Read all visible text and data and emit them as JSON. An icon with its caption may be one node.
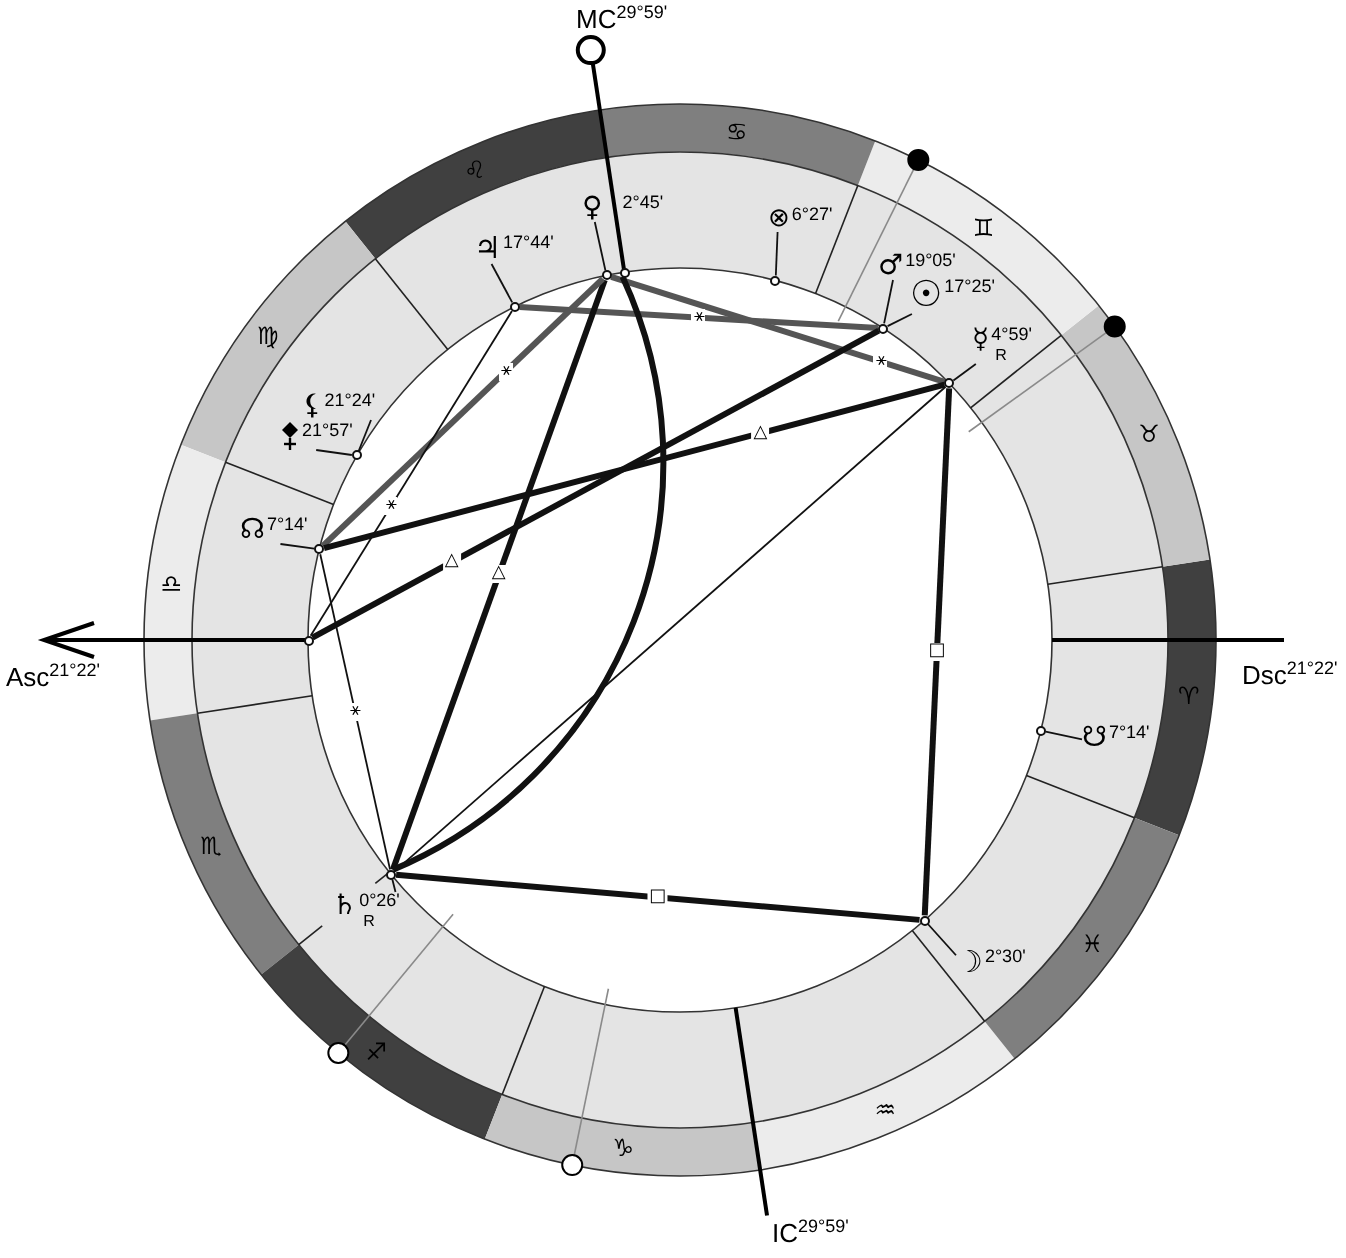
{
  "diagram": {
    "nodes": [
      {
        "text": [
          "♀",
          "2°45'"
        ]
      },
      {
        "text": [
          "⊗",
          "6°27'"
        ]
      },
      {
        "text": [
          "♃",
          "17°44'"
        ]
      },
      {
        "text": [
          "♂",
          "19°05'"
        ]
      },
      {
        "text": [
          "☉",
          "17°25'"
        ]
      },
      {
        "text": [
          "☿",
          "4°59'",
          "R"
        ]
      },
      {
        "text": [
          "⚸",
          "21°24'"
        ]
      },
      {
        "text": [
          "21°57'"
        ]
      },
      {
        "text": [
          "☊",
          "7°14'"
        ]
      },
      {
        "text": [
          "☋",
          "7°14'"
        ]
      },
      {
        "text": [
          "♄",
          "0°26'",
          "R"
        ]
      },
      {
        "text": [
          "☽",
          "2°30'"
        ]
      },
      {
        "text": [],
        "shape": "circle"
      },
      {
        "text": [],
        "shape": "circle"
      },
      {
        "text": [],
        "shape": "circle"
      },
      {
        "text": [],
        "shape": "circle"
      },
      {
        "text": [],
        "shape": "circle"
      },
      {
        "text": [],
        "shape": "circle"
      },
      {
        "text": [],
        "shape": "circle"
      },
      {
        "text": [],
        "shape": "circle"
      },
      {
        "text": [],
        "shape": "circle"
      },
      {
        "text": [],
        "shape": "circle"
      },
      {
        "text": [],
        "shape": "circle"
      },
      {
        "text": [],
        "shape": "circle"
      }
    ],
    "edges": [
      {
        "from": 0,
        "to": 12,
        "arrow": "none"
      },
      {
        "from": 1,
        "to": 13,
        "arrow": "none"
      },
      {
        "from": 2,
        "to": 14,
        "arrow": "none"
      },
      {
        "from": 3,
        "to": 15,
        "arrow": "none"
      },
      {
        "from": 4,
        "to": 15,
        "arrow": "none"
      },
      {
        "from": 5,
        "to": 16,
        "arrow": "none"
      },
      {
        "from": 6,
        "to": 17,
        "arrow": "none"
      },
      {
        "from": 7,
        "to": 17,
        "arrow": "none"
      },
      {
        "from": 8,
        "to": 18,
        "arrow": "none"
      },
      {
        "from": 9,
        "to": 19,
        "arrow": "none"
      },
      {
        "from": 10,
        "to": 20,
        "arrow": "none"
      },
      {
        "from": 11,
        "to": 21,
        "arrow": "none"
      },
      {
        "from": 14,
        "to": 15,
        "arrow": "none",
        "label": "⚹",
        "style": "thick",
        "color": "#555555"
      },
      {
        "from": 12,
        "to": 16,
        "arrow": "none",
        "label": "⚹",
        "style": "thick",
        "color": "#555555"
      },
      {
        "from": 12,
        "to": 20,
        "arrow": "none",
        "label": "△",
        "style": "thick"
      },
      {
        "from": 12,
        "to": 18,
        "arrow": "none",
        "label": "⚹",
        "style": "thick",
        "color": "#555555"
      },
      {
        "from": 14,
        "to": 23,
        "arrow": "none",
        "label": "⚹"
      },
      {
        "from": 18,
        "to": 16,
        "arrow": "none",
        "label": "△",
        "style": "thick"
      },
      {
        "from": 23,
        "to": 15,
        "arrow": "none",
        "label": "△",
        "style": "thick"
      },
      {
        "from": 18,
        "to": 20,
        "arrow": "none",
        "label": "⚹"
      },
      {
        "from": 20,
        "to": 16,
        "arrow": "none"
      },
      {
        "from": 16,
        "to": 21,
        "arrow": "none",
        "label": "□",
        "style": "thick"
      },
      {
        "from": 20,
        "to": 21,
        "arrow": "none",
        "label": "□",
        "style": "thick"
      },
      {
        "from": 22,
        "to": 20,
        "arrow": "none",
        "style": "thick"
      }
    ],
    "labels": [
      "MC$^{29°59'}$",
      "♋",
      "♌",
      "♊",
      "♍",
      "♉",
      "♎",
      "Asc$^{21°22'}$",
      "Dsc$^{21°22'}$",
      "♈",
      "♏",
      "♓",
      "♐",
      "♒",
      "♑",
      "IC$^{29°59'}$"
    ]
  }
}
